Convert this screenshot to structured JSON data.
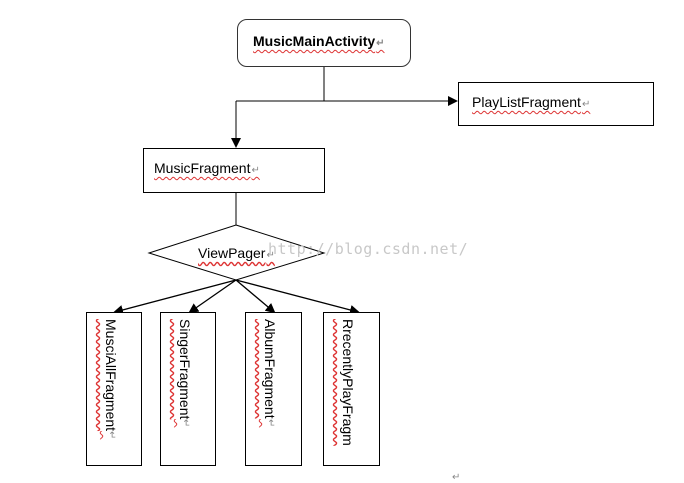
{
  "nodes": {
    "main_activity": "MusicMainActivity",
    "playlist_fragment": "PlayListFragment",
    "music_fragment": "MusicFragment",
    "view_pager": "ViewPager",
    "tab_fragments": [
      "MusciAllFragment",
      "SingerFragment",
      "AlbumFragment",
      "RrecentlyPlayFragm"
    ]
  },
  "watermark": "http://blog.csdn.net/",
  "paragraph_mark": "↵"
}
